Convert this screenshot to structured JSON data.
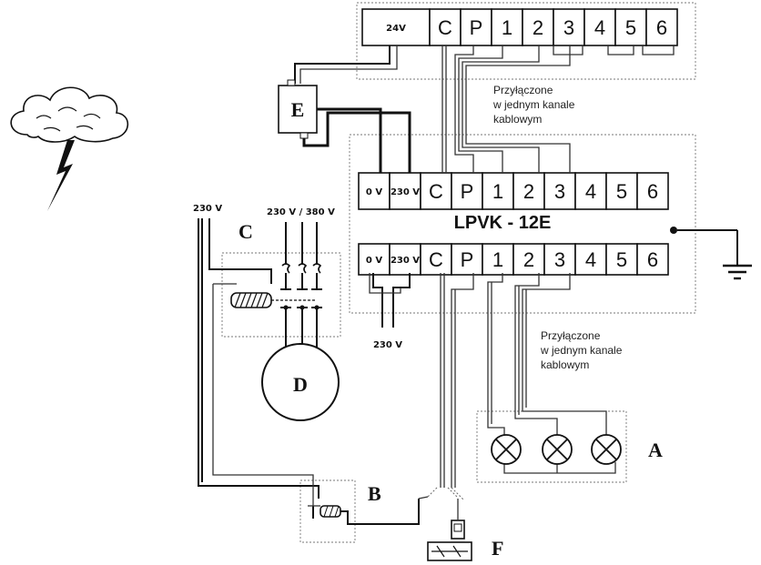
{
  "strip_top": {
    "terminals": [
      {
        "label": "24V",
        "small": true
      },
      {
        "label": "C"
      },
      {
        "label": "P"
      },
      {
        "label": "1"
      },
      {
        "label": "2"
      },
      {
        "label": "3"
      },
      {
        "label": "4"
      },
      {
        "label": "5"
      },
      {
        "label": "6"
      }
    ]
  },
  "strip_mid": {
    "terminals": [
      {
        "label": "0 V",
        "small": true
      },
      {
        "label": "230 V",
        "small": true
      },
      {
        "label": "C"
      },
      {
        "label": "P"
      },
      {
        "label": "1"
      },
      {
        "label": "2"
      },
      {
        "label": "3"
      },
      {
        "label": "4"
      },
      {
        "label": "5"
      },
      {
        "label": "6"
      }
    ]
  },
  "strip_bot": {
    "terminals": [
      {
        "label": "0 V",
        "small": true
      },
      {
        "label": "230 V",
        "small": true
      },
      {
        "label": "C"
      },
      {
        "label": "P"
      },
      {
        "label": "1"
      },
      {
        "label": "2"
      },
      {
        "label": "3"
      },
      {
        "label": "4"
      },
      {
        "label": "5"
      },
      {
        "label": "6"
      }
    ]
  },
  "model": "LPVK - 12E",
  "note_top": [
    "Przyłączone",
    "w jednym kanale",
    "kablowym"
  ],
  "note_bottom": [
    "Przyłączone",
    "w jednym kanale",
    "kablowym"
  ],
  "supply": {
    "left_230": "230 V",
    "motor_supply": "230 V / 380 V",
    "bottom_230": "230 V"
  },
  "labels": {
    "A": "A",
    "B": "B",
    "C": "C",
    "D": "D",
    "E": "E",
    "F": "F"
  },
  "icons": [
    "storm-cloud-icon",
    "lightning-icon",
    "ground-icon",
    "lamp-icon",
    "motor-icon"
  ]
}
